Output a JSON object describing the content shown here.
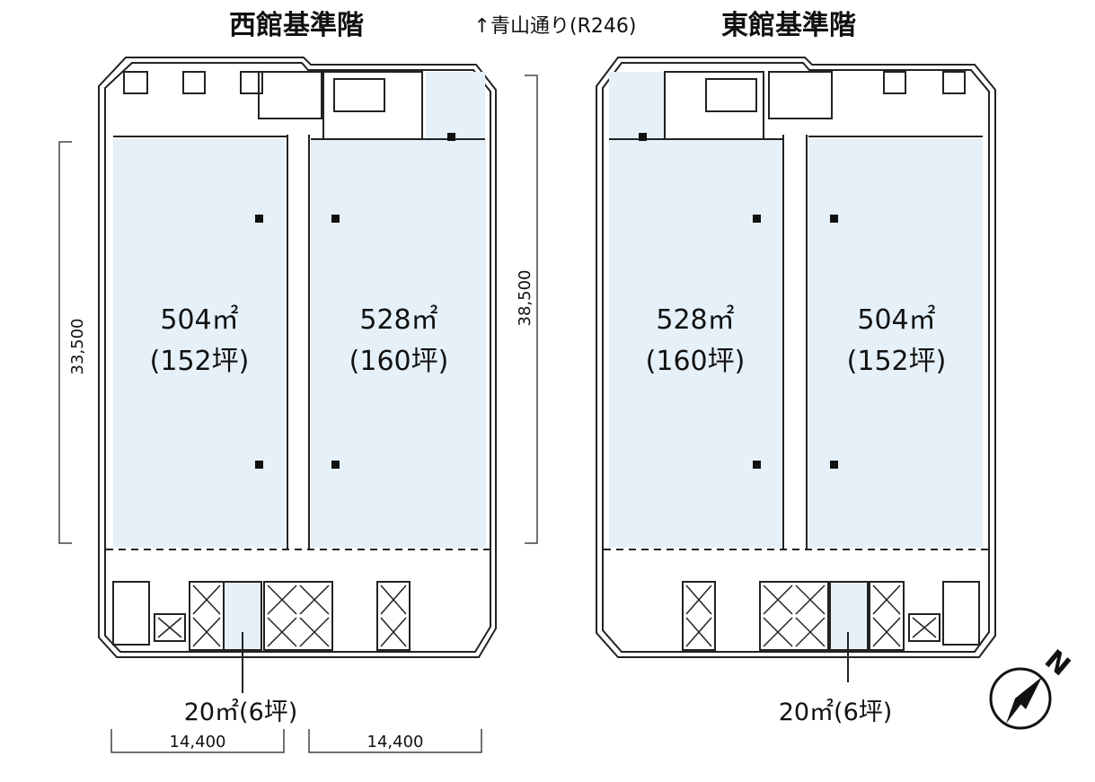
{
  "titles": {
    "west": "西館基準階",
    "street": "↑青山通り(R246)",
    "east": "東館基準階"
  },
  "west": {
    "left_area": "504㎡",
    "left_tsubo": "(152坪)",
    "right_area": "528㎡",
    "right_tsubo": "(160坪)",
    "core_area": "20㎡(6坪)"
  },
  "east": {
    "left_area": "528㎡",
    "left_tsubo": "(160坪)",
    "right_area": "504㎡",
    "right_tsubo": "(152坪)",
    "core_area": "20㎡(6坪)"
  },
  "dimensions": {
    "west_height": "33,500",
    "east_gap_height": "38,500",
    "bottom_left": "14,400",
    "bottom_right": "14,400"
  },
  "compass": {
    "label": "N"
  },
  "colors": {
    "floor_fill": "#e6f0f8",
    "line": "#222222"
  }
}
